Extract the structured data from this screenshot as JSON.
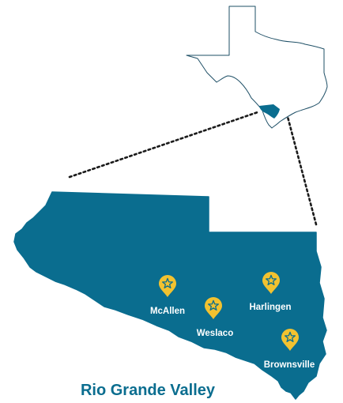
{
  "region": {
    "title": "Rio Grande Valley"
  },
  "colors": {
    "region_fill": "#0a6d8f",
    "title_text": "#0a6d8f",
    "state_outline": "#1e4f66",
    "highlight": "#0a6d8f",
    "marker_fill": "#f2c230",
    "marker_star": "#0a6d8f",
    "connector_line": "#1a1a1a",
    "label_text": "#ffffff"
  },
  "markers": [
    {
      "id": "mcallen",
      "label": "McAllen",
      "icon": "star-map-pin-icon"
    },
    {
      "id": "weslaco",
      "label": "Weslaco",
      "icon": "star-map-pin-icon"
    },
    {
      "id": "harlingen",
      "label": "Harlingen",
      "icon": "star-map-pin-icon"
    },
    {
      "id": "brownsville",
      "label": "Brownsville",
      "icon": "star-map-pin-icon"
    }
  ],
  "inset": {
    "icon": "texas-outline-icon"
  }
}
